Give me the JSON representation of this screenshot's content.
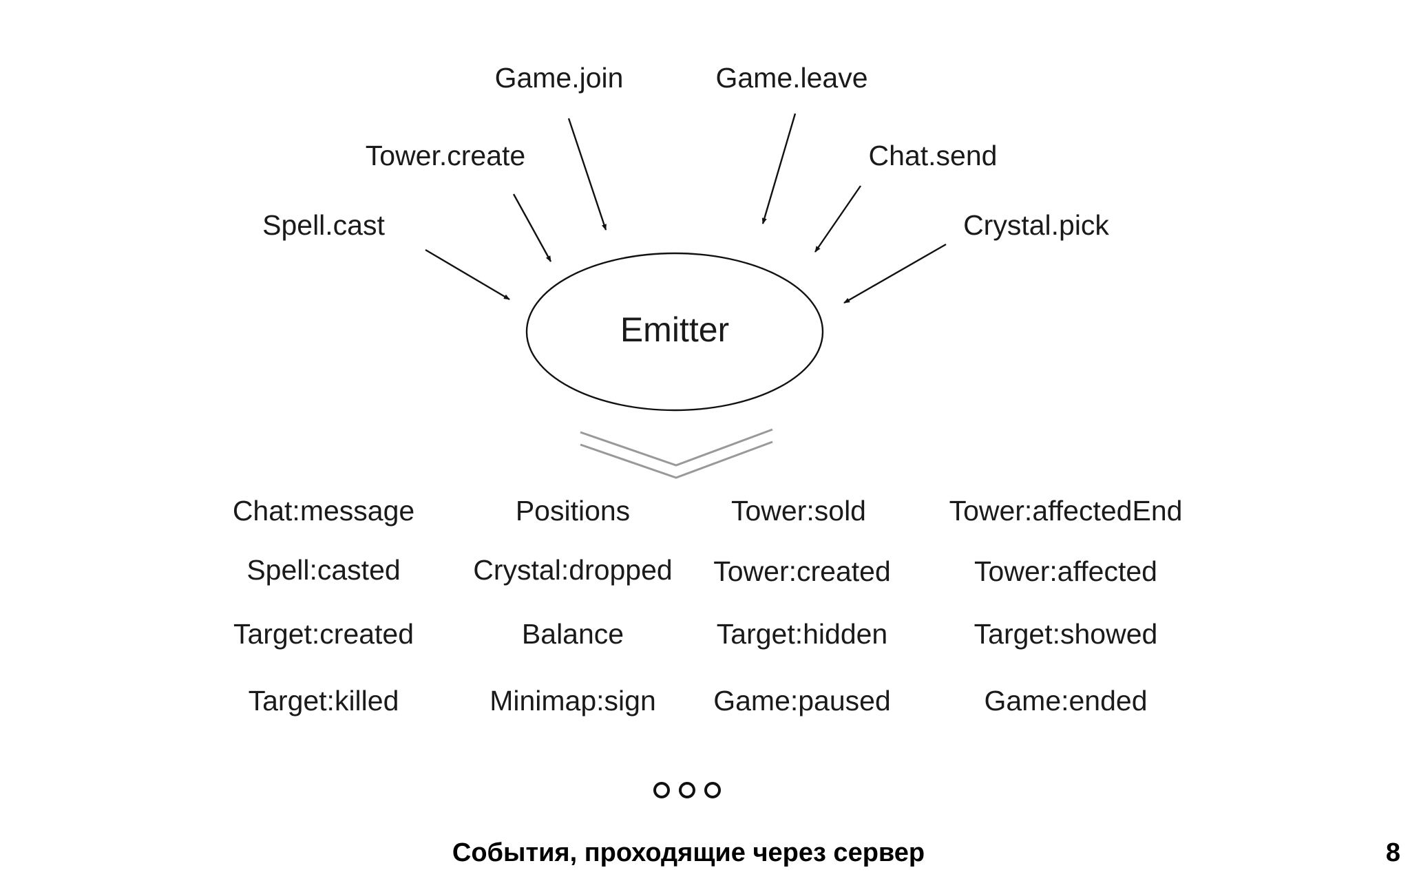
{
  "incoming": [
    {
      "text": "Game.join"
    },
    {
      "text": "Game.leave"
    },
    {
      "text": "Tower.create"
    },
    {
      "text": "Chat.send"
    },
    {
      "text": "Spell.cast"
    },
    {
      "text": "Crystal.pick"
    }
  ],
  "center": {
    "text": "Emitter"
  },
  "events": [
    [
      "Chat:message",
      "Positions",
      "Tower:sold",
      "Tower:affectedEnd"
    ],
    [
      "Spell:casted",
      "Crystal:dropped",
      "Tower:created",
      "Tower:affected"
    ],
    [
      "Target:created",
      "Balance",
      "Target:hidden",
      "Target:showed"
    ],
    [
      "Target:killed",
      "Minimap:sign",
      "Game:paused",
      "Game:ended"
    ]
  ],
  "ellipsis_icon": "three-circles",
  "caption": "События, проходящие через сервер",
  "page_number": "8"
}
